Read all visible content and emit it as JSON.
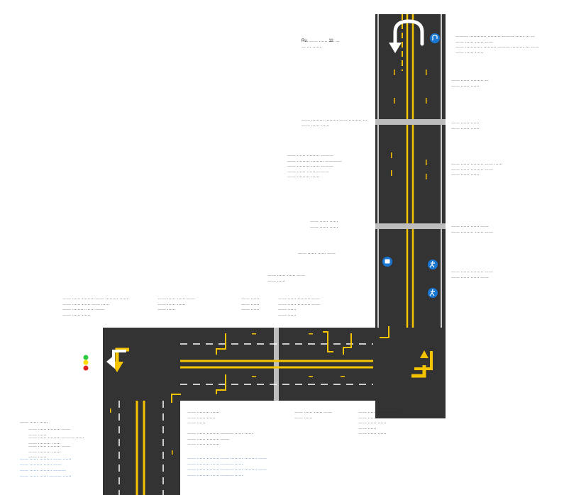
{
  "colors": {
    "asphalt": "#333333",
    "yellow_marking": "#f5c400",
    "white_marking": "#ffffff",
    "crosswalk_gray": "#bdbdbd",
    "sign_blue": "#1976d2",
    "note_blue": "#1565c0",
    "light_green": "#2ecc40",
    "light_yellow": "#ffdc00",
    "light_red": "#e02020"
  },
  "icons": {
    "u_turn": "u-turn-arrow-icon",
    "sign_u_turn": "u-turn-sign-icon",
    "sign_bus": "bus-sign-icon",
    "sign_pedestrian": "pedestrian-sign-icon",
    "turn_left": "turn-left-arrow-icon",
    "turn_right": "turn-right-arrow-icon",
    "traffic_light": "traffic-light-icon"
  },
  "annotations": {
    "a1": "Ru. …… …… 11: … \n… … ……",
    "a2": "……… ………… ……… ……… …… … …\n…… …… …… ……\n…… ………… ……… ……… ……… … ……\n…… …… ……",
    "a3": "…… …… ……… …\n…… …… ……",
    "a4": "…… ……… ……… …… ……… …\n…… …… ……",
    "a5": "…… …… ……\n…… …… ……",
    "a6": "…… …… ……… ………\n…… ……… ……… …………\n…… ……… …… ………\n…… …… …… ………\n…… ……… ……",
    "a7": "…… …… ……… …… ……\n…… …… ……… ……\n…… …… ……",
    "a8": "…… …… ……\n…… …… ……",
    "a9": "…… …… …… ……\n…… ……… …… ……",
    "a10": "…… …… …… ……",
    "a11": "…… …… ……… ……\n…… …… …… ……",
    "a12": "…… …… …… ……\n…… ……",
    "a13": "…… …… ……… …… ……… ……\n…… …… …… …… ……\n…… ……… …… ……\n…… …… ……",
    "a14": "…… …… …… ……\n…… …… ……\n…… ……",
    "a15": "…… ……\n…… ……\n…… ……",
    "a16": "…… …… ……… ……\n…… …… ……… ……\n…… ……\n…… ……",
    "a17": "…… ……… ……\n…… …… ……\n…… ……",
    "a18": "…… …… …… ……\n…… ……",
    "a19": "…… …… ……… ……\n…… ……\n…… …… ……\n…… ……\n…… …… ……",
    "a20": "…… …… ……… ……… …… ……\n…… …… ……… ……\n…… …… ………",
    "a21": "…… …… ……",
    "a22": "…… …… ……… ……\n…… ……",
    "a23": "…… …… ……… ……… ……\n…… ……… ……",
    "a24": "…… …… ……… ……\n…… ……… ……\n…… ……",
    "blue1": "…… …… ……… …… ……",
    "blue2": "…… ……… …… ……",
    "blue3": "…… …… ……… ………",
    "blue4": "…… …… …… ……… ……",
    "blue5": "…… …… ……… …… ……… ……… ……",
    "blue6": "…… ……… …… ……… ……",
    "blue7": "…… …… ……… ……… …… ……… ……",
    "blue8": "…… ……… …… ……… ……"
  }
}
